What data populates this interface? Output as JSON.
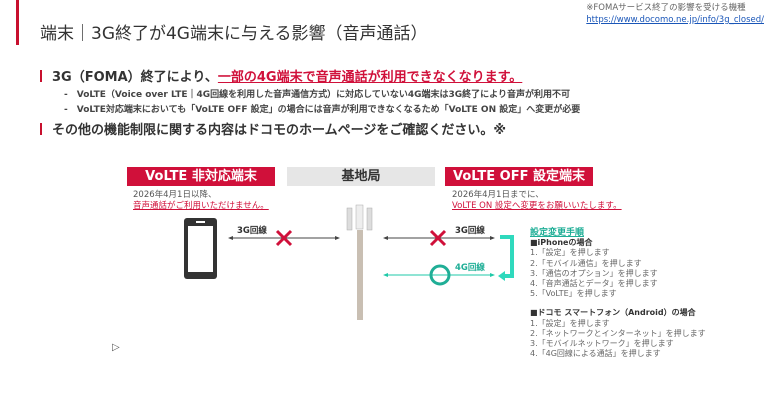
{
  "title": "端末｜3G終了が4G端末に与える影響（音声通話）",
  "note": {
    "text": "※FOMAサービス終了の影響を受ける機種",
    "link": "https://www.docomo.ne.jp/info/3g_closed/"
  },
  "bullets": {
    "b1_prefix": "3G（FOMA）終了により、",
    "b1_highlight": "一部の4G端末で音声通話が利用できなくなります。",
    "sub1": "-　VoLTE（Voice over LTE｜4G回線を利用した音声通信方式）に対応していない4G端末は3G終了により音声が利用不可",
    "sub2": "-　VoLTE対応端末においても「VoLTE OFF 設定」の場合には音声が利用できなくなるため「VoLTE ON 設定」へ変更が必要",
    "b2": "その他の機能制限に関する内容はドコモのホームページをご確認ください。※"
  },
  "diagram": {
    "left_label": "VoLTE 非対応端末",
    "center_label": "基地局",
    "right_label": "VoLTE OFF 設定端末",
    "left_note1": "2026年4月1日以降、",
    "left_note2": "音声通話がご利用いただけません。",
    "right_note1": "2026年4月1日までに、",
    "right_note2": "VoLTE ON 設定へ変更をお願いいたします。",
    "line_3g": "3G回線",
    "line_3g_right": "3G回線",
    "line_4g": "4G回線"
  },
  "steps": {
    "heading": "設定変更手順",
    "iphone_title": "■iPhoneの場合",
    "iphone": [
      "1.「設定」を押します",
      "2.「モバイル通信」を押します",
      "3.「通信のオプション」を押します",
      "4.「音声通話とデータ」を押します",
      "5.「VoLTE」を押します"
    ],
    "android_title": "■ドコモ スマートフォン（Android）の場合",
    "android": [
      "1.「設定」を押します",
      "2.「ネットワークとインターネット」を押します",
      "3.「モバイルネットワーク」を押します",
      "4.「4G回線による通話」を押します"
    ]
  },
  "colors": {
    "accent": "#d0103a",
    "green": "#1fc9a8"
  }
}
